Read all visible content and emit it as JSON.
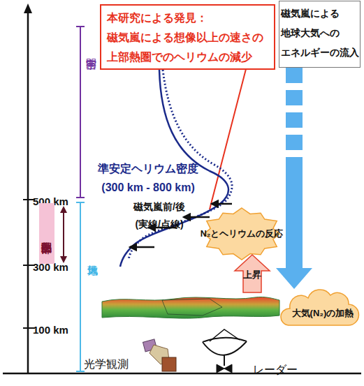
{
  "diagram": {
    "nodes": [
      {
        "text": [
          "本研究による発見：",
          "磁気嵐による想像以上の速さの上部熱圏でのヘリウムの減少"
        ]
      },
      {
        "text": [
          "磁気嵐による 地球大気への エネルギーの流入"
        ]
      },
      {
        "text": [
          "上部熱圏"
        ]
      },
      {
        "text": [
          "N₂とヘリウムの反応"
        ]
      },
      {
        "text": [
          "上昇"
        ]
      },
      {
        "text": [
          "大気(N₂)の加熱"
        ]
      }
    ],
    "edges": [
      {
        "from": 1,
        "to": 5,
        "arrow": "to"
      }
    ],
    "labels": [
      "宇宙空間",
      "地球大気",
      "500 km",
      "300 km",
      "100 km",
      "準安定ヘリウム密度 (300 km - 800 km)",
      "磁気嵐前/後 (実線/点線)",
      "光学観測",
      "レーダー"
    ]
  }
}
